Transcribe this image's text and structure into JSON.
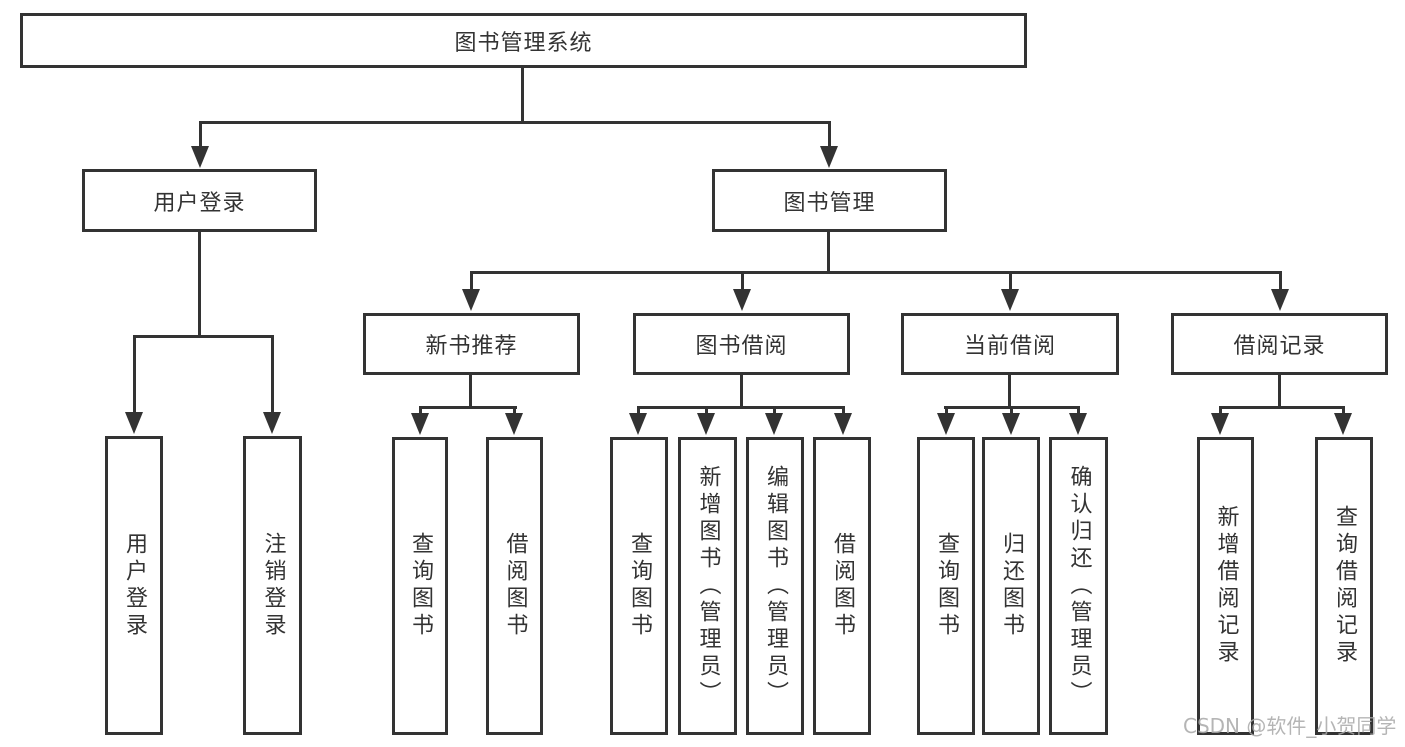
{
  "tree": {
    "label": "图书管理系统",
    "children": [
      {
        "label": "用户登录",
        "children": [
          {
            "label": "用户登录"
          },
          {
            "label": "注销登录"
          }
        ]
      },
      {
        "label": "图书管理",
        "children": [
          {
            "label": "新书推荐",
            "children": [
              {
                "label": "查询图书"
              },
              {
                "label": "借阅图书"
              }
            ]
          },
          {
            "label": "图书借阅",
            "children": [
              {
                "label": "查询图书"
              },
              {
                "label": "新增图书（管理员）"
              },
              {
                "label": "编辑图书（管理员）"
              },
              {
                "label": "借阅图书"
              }
            ]
          },
          {
            "label": "当前借阅",
            "children": [
              {
                "label": "查询图书"
              },
              {
                "label": "归还图书"
              },
              {
                "label": "确认归还（管理员）"
              }
            ]
          },
          {
            "label": "借阅记录",
            "children": [
              {
                "label": "新增借阅记录"
              },
              {
                "label": "查询借阅记录"
              }
            ]
          }
        ]
      }
    ]
  },
  "watermark": {
    "text": "CSDN @软件_小贺同学"
  },
  "colors": {
    "line": "#333333",
    "text": "#333333",
    "background": "#ffffff",
    "watermark": "#a9a9a9"
  }
}
